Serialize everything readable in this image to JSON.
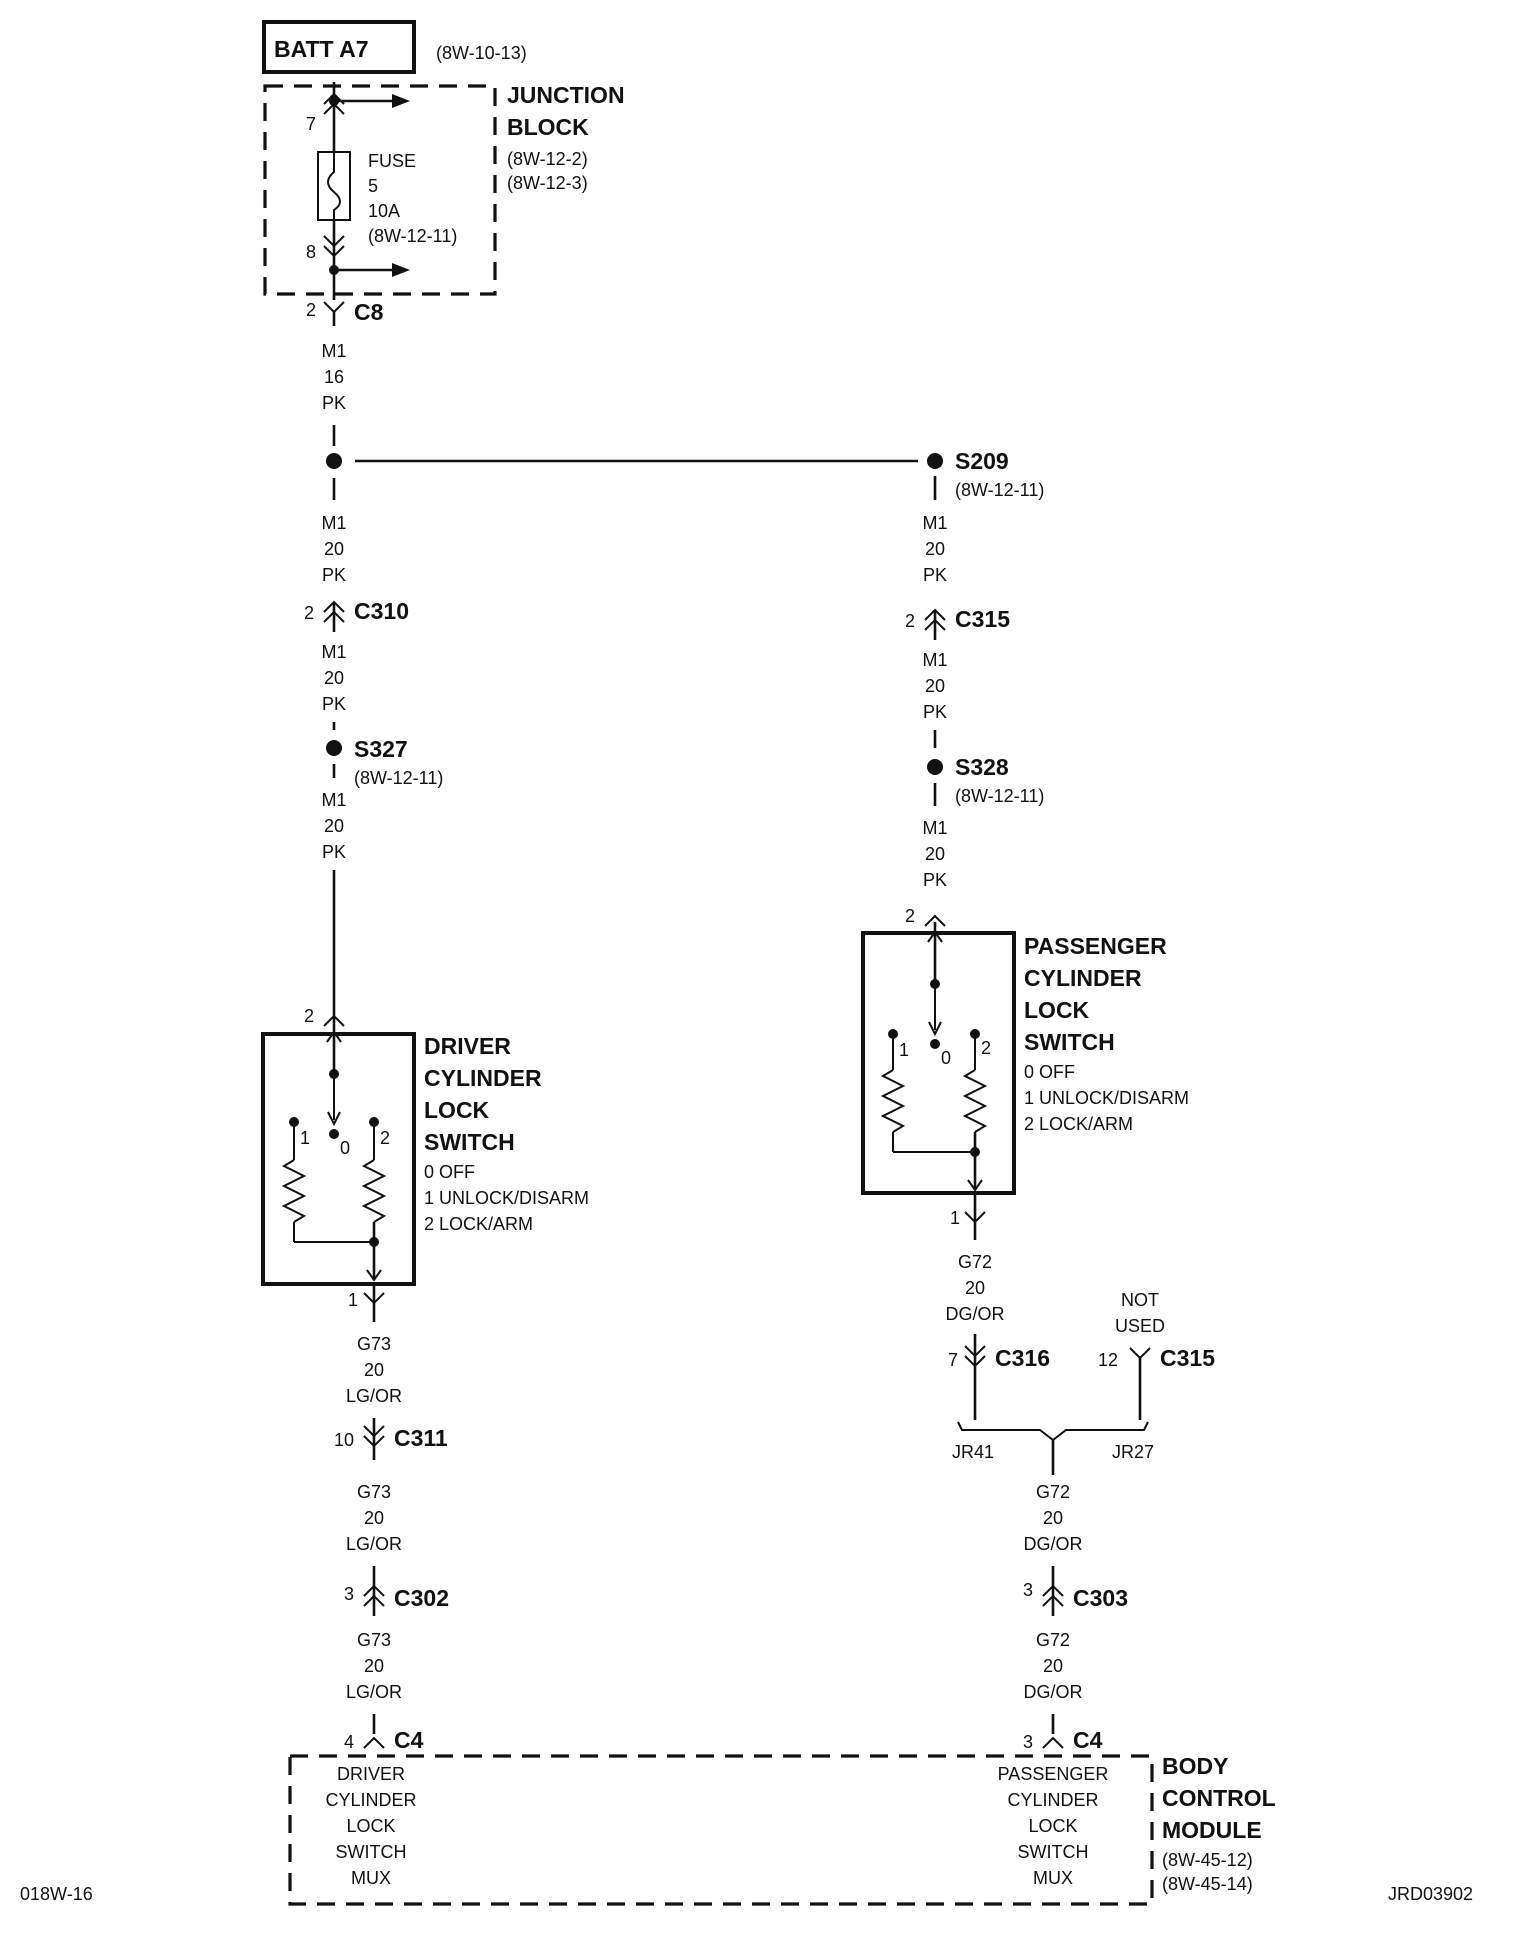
{
  "source": {
    "label": "BATT A7",
    "ref": "(8W-10-13)"
  },
  "junction_block": {
    "title_line1": "JUNCTION",
    "title_line2": "BLOCK",
    "ref1": "(8W-12-2)",
    "ref2": "(8W-12-3)",
    "pin_in": "7",
    "pin_out": "8",
    "fuse": {
      "line1": "FUSE",
      "line2": "5",
      "line3": "10A",
      "line4": "(8W-12-11)"
    }
  },
  "left_branch": {
    "c8": {
      "pin": "2",
      "name": "C8"
    },
    "wire_m1_16": {
      "circuit": "M1",
      "gauge": "16",
      "color": "PK"
    },
    "wire_a": {
      "circuit": "M1",
      "gauge": "20",
      "color": "PK"
    },
    "c310": {
      "pin": "2",
      "name": "C310"
    },
    "wire_b": {
      "circuit": "M1",
      "gauge": "20",
      "color": "PK"
    },
    "s327": {
      "name": "S327",
      "ref": "(8W-12-11)"
    },
    "wire_c": {
      "circuit": "M1",
      "gauge": "20",
      "color": "PK"
    },
    "switch_pin_top": "2",
    "switch": {
      "title1": "DRIVER",
      "title2": "CYLINDER",
      "title3": "LOCK",
      "title4": "SWITCH",
      "pos0": "0 OFF",
      "pos1": "1 UNLOCK/DISARM",
      "pos2": "2 LOCK/ARM",
      "mark0": "0",
      "mark1": "1",
      "mark2": "2"
    },
    "switch_pin_bottom": "1",
    "wire_d": {
      "circuit": "G73",
      "gauge": "20",
      "color": "LG/OR"
    },
    "c311": {
      "pin": "10",
      "name": "C311"
    },
    "wire_e": {
      "circuit": "G73",
      "gauge": "20",
      "color": "LG/OR"
    },
    "c302": {
      "pin": "3",
      "name": "C302"
    },
    "wire_f": {
      "circuit": "G73",
      "gauge": "20",
      "color": "LG/OR"
    },
    "c4": {
      "pin": "4",
      "name": "C4"
    }
  },
  "right_branch": {
    "s209": {
      "name": "S209",
      "ref": "(8W-12-11)"
    },
    "wire_a": {
      "circuit": "M1",
      "gauge": "20",
      "color": "PK"
    },
    "c315": {
      "pin": "2",
      "name": "C315"
    },
    "wire_b": {
      "circuit": "M1",
      "gauge": "20",
      "color": "PK"
    },
    "s328": {
      "name": "S328",
      "ref": "(8W-12-11)"
    },
    "wire_c": {
      "circuit": "M1",
      "gauge": "20",
      "color": "PK"
    },
    "switch_pin_top": "2",
    "switch": {
      "title1": "PASSENGER",
      "title2": "CYLINDER",
      "title3": "LOCK",
      "title4": "SWITCH",
      "pos0": "0 OFF",
      "pos1": "1 UNLOCK/DISARM",
      "pos2": "2 LOCK/ARM",
      "mark0": "0",
      "mark1": "1",
      "mark2": "2"
    },
    "switch_pin_bottom": "1",
    "wire_d": {
      "circuit": "G72",
      "gauge": "20",
      "color": "DG/OR"
    },
    "c316": {
      "pin": "7",
      "name": "C316"
    },
    "c315_unused": {
      "pin": "12",
      "name": "C315",
      "note1": "NOT",
      "note2": "USED"
    },
    "jr41": "JR41",
    "jr27": "JR27",
    "wire_e": {
      "circuit": "G72",
      "gauge": "20",
      "color": "DG/OR"
    },
    "c303": {
      "pin": "3",
      "name": "C303"
    },
    "wire_f": {
      "circuit": "G72",
      "gauge": "20",
      "color": "DG/OR"
    },
    "c4": {
      "pin": "3",
      "name": "C4"
    }
  },
  "bcm": {
    "title1": "BODY",
    "title2": "CONTROL",
    "title3": "MODULE",
    "ref1": "(8W-45-12)",
    "ref2": "(8W-45-14)",
    "left_input": [
      "DRIVER",
      "CYLINDER",
      "LOCK",
      "SWITCH",
      "MUX"
    ],
    "right_input": [
      "PASSENGER",
      "CYLINDER",
      "LOCK",
      "SWITCH",
      "MUX"
    ]
  },
  "footer": {
    "page_code": "018W-16",
    "drawing_id": "JRD03902"
  }
}
